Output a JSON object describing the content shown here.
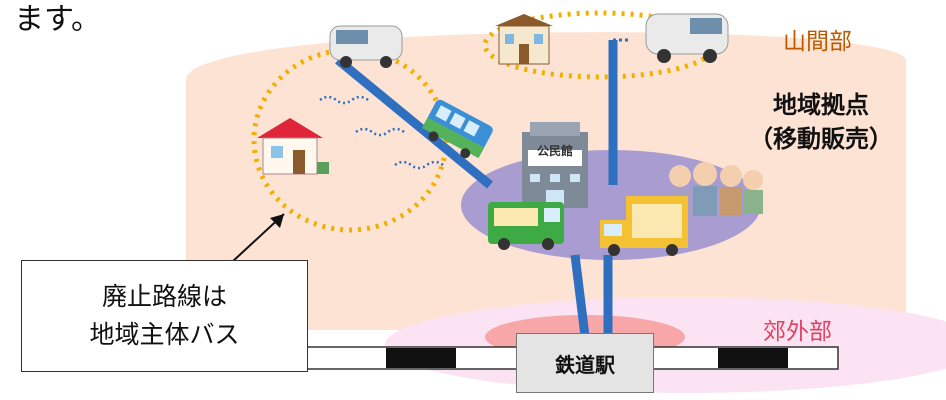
{
  "intro_text": "ます。",
  "regions": {
    "mountain": "山間部",
    "hub_line1": "地域拠点",
    "hub_line2": "（移動販売）",
    "suburb": "郊外部"
  },
  "callout": {
    "line1": "廃止路線は",
    "line2": "地域主体バス"
  },
  "station": "鉄道駅",
  "community_hall_sign": "公民館",
  "colors": {
    "mountain_area": "#fde3d4",
    "hub_area": "#a89cd0",
    "suburb_area": "#fbe3f3",
    "station_glow": "#f7a7a7",
    "route_line": "#2f6fc0",
    "dotted_area": "#f0b000"
  }
}
